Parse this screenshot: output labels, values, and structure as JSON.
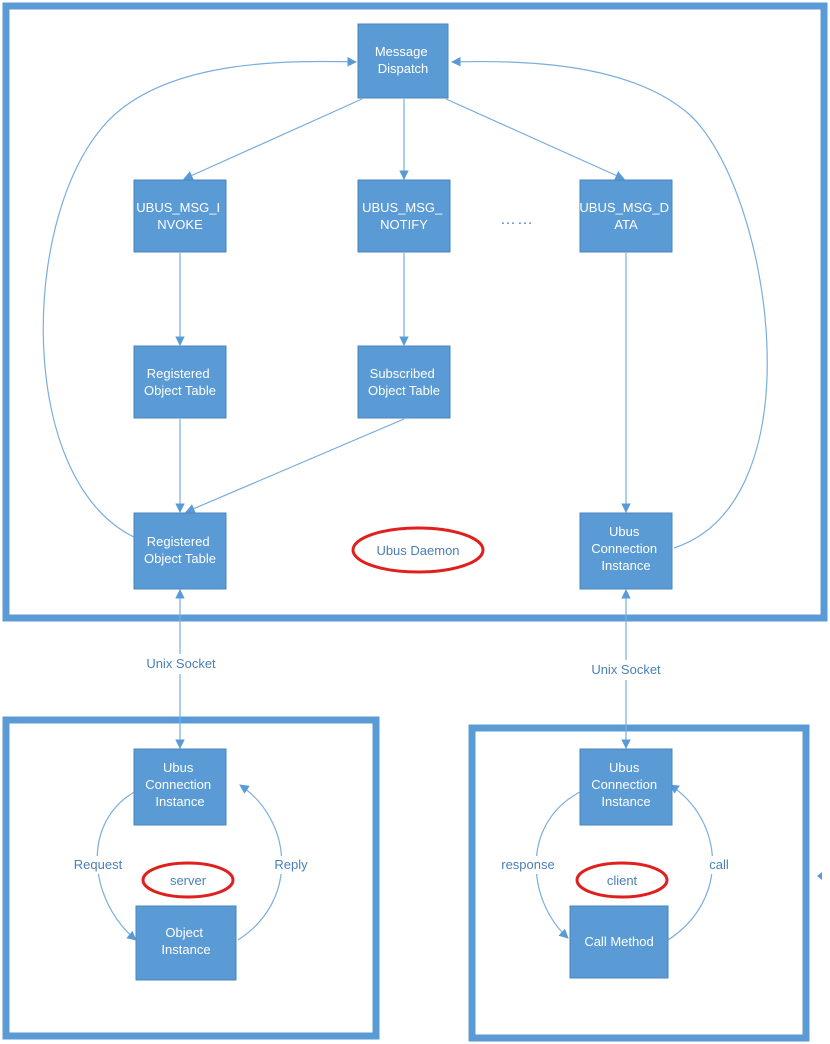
{
  "nodes": {
    "message_dispatch": [
      "Message",
      "Dispatch"
    ],
    "invoke": [
      "UBUS_MSG_I",
      "NVOKE"
    ],
    "notify": [
      "UBUS_MSG_",
      "NOTIFY"
    ],
    "data": [
      "UBUS_MSG_D",
      "ATA"
    ],
    "registered_table_1": [
      "Registered",
      "Object Table"
    ],
    "subscribed_table": [
      "Subscribed",
      "Object Table"
    ],
    "registered_table_2": [
      "Registered",
      "Object Table"
    ],
    "daemon_connection": [
      "Ubus",
      "Connection",
      "Instance"
    ],
    "server_connection": [
      "Ubus",
      "Connection",
      "Instance"
    ],
    "object_instance": [
      "Object",
      "Instance"
    ],
    "client_connection": [
      "Ubus",
      "Connection",
      "Instance"
    ],
    "call_method": [
      "Call Method"
    ]
  },
  "ellipses": {
    "daemon": "Ubus Daemon",
    "server": "server",
    "client": "client"
  },
  "edge_labels": {
    "unix_socket_left": "Unix Socket",
    "unix_socket_right": "Unix Socket",
    "request": "Request",
    "reply": "Reply",
    "response": "response",
    "call": "call"
  },
  "ellipsis_marker": "……",
  "colors": {
    "node_fill": "#5b9bd5",
    "frame": "#5b9bd5",
    "edge": "#7aaedc",
    "label_text": "#4a7fb8",
    "highlight_ring": "#e0201e"
  }
}
